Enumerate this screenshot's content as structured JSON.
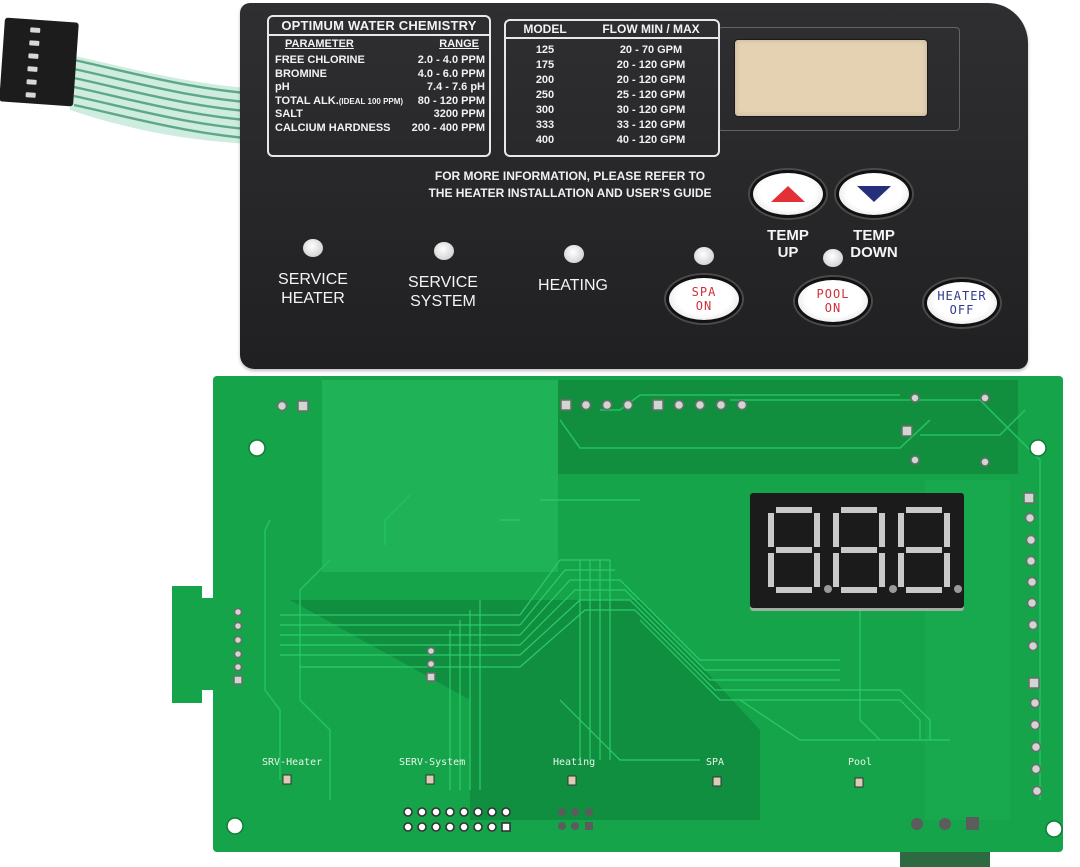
{
  "image": {
    "description": "Product photo of a pool/spa heater control board: a black membrane keypad overlay with ribbon cable above a green PCB with 3-digit 7-segment LED display",
    "background_color": "#ffffff"
  },
  "keypad_overlay": {
    "water_chemistry": {
      "title": "OPTIMUM WATER CHEMISTRY",
      "headers": {
        "parameter": "PARAMETER",
        "range": "RANGE"
      },
      "rows": [
        {
          "parameter": "FREE CHLORINE",
          "range": "2.0 - 4.0 PPM"
        },
        {
          "parameter": "BROMINE",
          "range": "4.0 - 6.0 PPM"
        },
        {
          "parameter": "pH",
          "range": "7.4 - 7.6 pH"
        },
        {
          "parameter": "TOTAL ALK.",
          "note": "(IDEAL 100 PPM)",
          "range": "80 - 120 PPM"
        },
        {
          "parameter": "SALT",
          "range": "3200 PPM"
        },
        {
          "parameter": "CALCIUM HARDNESS",
          "range": "200 - 400 PPM"
        }
      ]
    },
    "flow_table": {
      "headers": {
        "model": "MODEL",
        "flow": "FLOW MIN / MAX"
      },
      "rows": [
        {
          "model": "125",
          "flow": "20 - 70 GPM"
        },
        {
          "model": "175",
          "flow": "20 - 120 GPM"
        },
        {
          "model": "200",
          "flow": "20 - 120 GPM"
        },
        {
          "model": "250",
          "flow": "25 - 120 GPM"
        },
        {
          "model": "300",
          "flow": "30 - 120 GPM"
        },
        {
          "model": "333",
          "flow": "33 - 120 GPM"
        },
        {
          "model": "400",
          "flow": "40 - 120 GPM"
        }
      ]
    },
    "info_text": {
      "line1": "FOR MORE INFORMATION, PLEASE REFER TO",
      "line2": "THE HEATER INSTALLATION AND USER'S GUIDE"
    },
    "indicators": [
      {
        "line1": "SERVICE",
        "line2": "HEATER"
      },
      {
        "line1": "SERVICE",
        "line2": "SYSTEM"
      },
      {
        "line1": "HEATING",
        "line2": ""
      }
    ],
    "buttons": {
      "temp_up": {
        "line1": "TEMP",
        "line2": "UP",
        "arrow_color": "#e23036"
      },
      "temp_down": {
        "line1": "TEMP",
        "line2": "DOWN",
        "arrow_color": "#26307a"
      },
      "spa_on": {
        "line1": "SPA",
        "line2": "ON",
        "color": "#d0303a"
      },
      "pool_on": {
        "line1": "POOL",
        "line2": "ON",
        "color": "#d0303a"
      },
      "heater_off": {
        "line1": "HEATER",
        "line2": "OFF",
        "color": "#2f3b8a"
      }
    },
    "lcd_color": "#e4d2b3",
    "panel_color": "#2a2a2c"
  },
  "ribbon_cable": {
    "pin_count": 6,
    "color": "#bfe3cf"
  },
  "pcb": {
    "color": "#15a44a",
    "silkscreen_labels": [
      "SRV-Heater",
      "SERV-System",
      "Heating",
      "SPA",
      "Pool"
    ],
    "seven_segment_display": {
      "digits": 3,
      "shown": "8.8.8."
    }
  }
}
